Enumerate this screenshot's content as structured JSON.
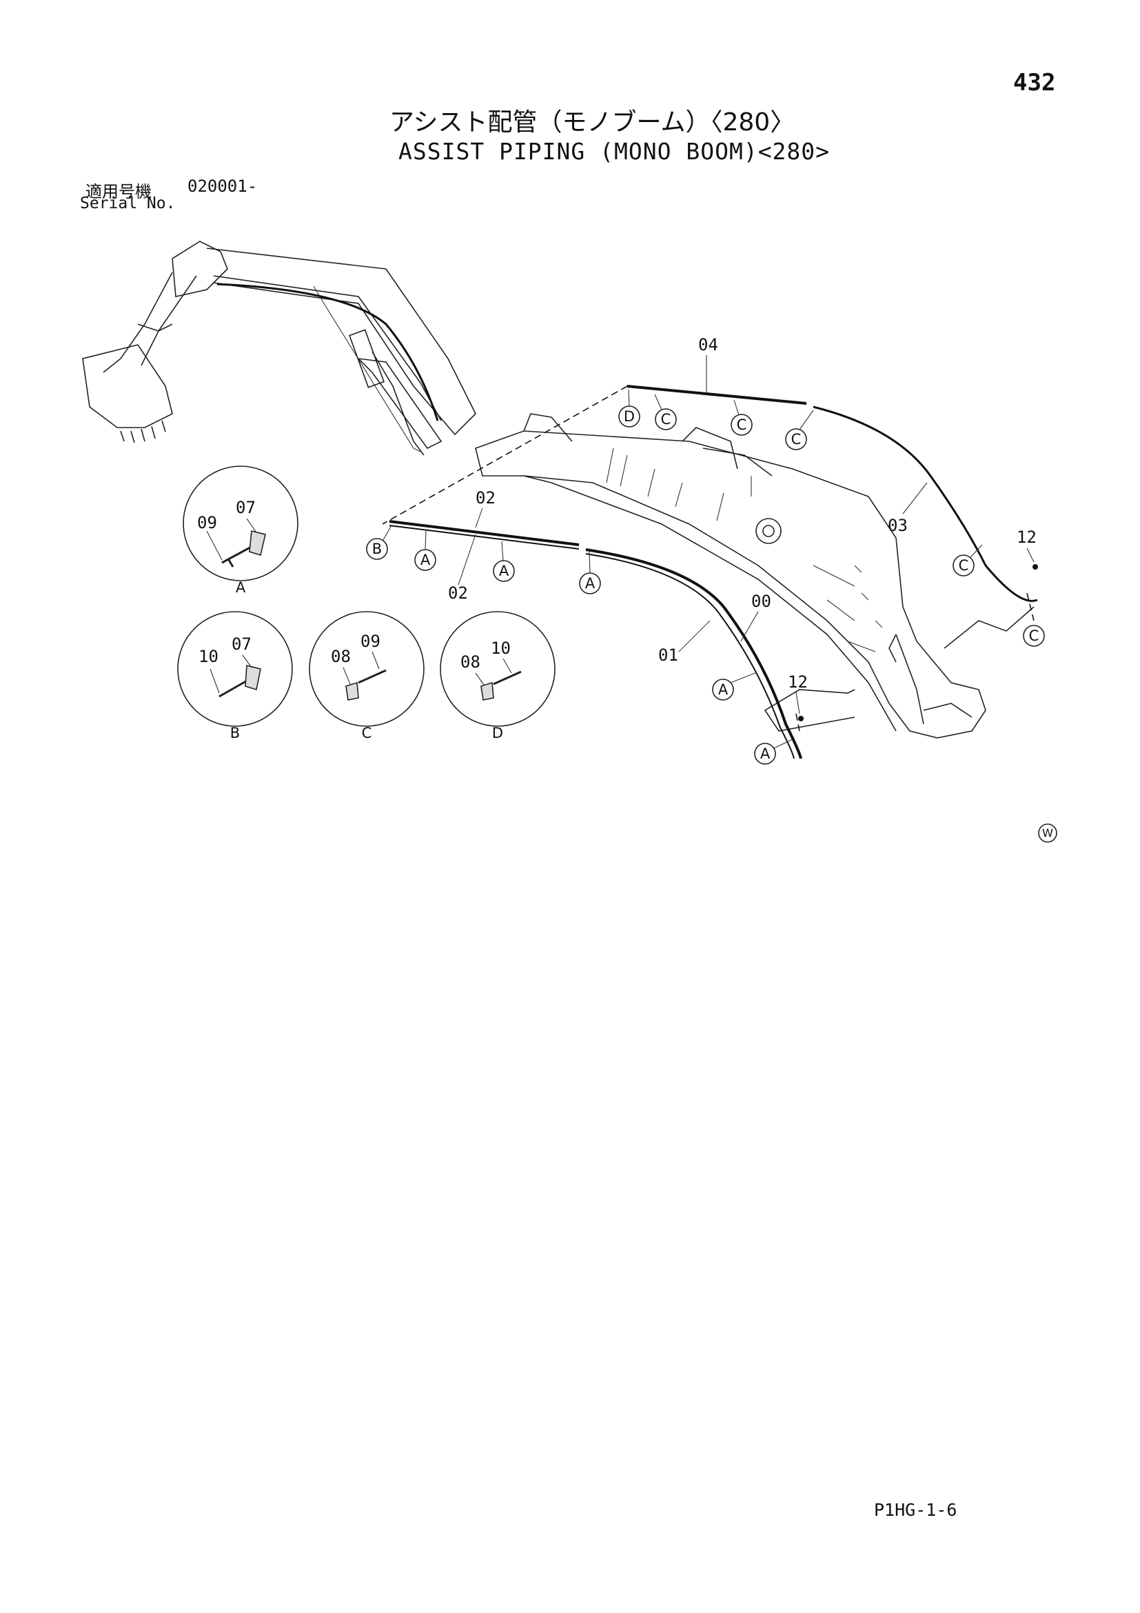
{
  "page_number": "432",
  "title_jp": "アシスト配管（モノブーム）〈280〉",
  "title_en": "ASSIST PIPING (MONO BOOM)<280>",
  "serial": {
    "label_jp": "適用号機",
    "value": "020001-",
    "label_en": "Serial No."
  },
  "part_labels": {
    "p00": "00",
    "p01": "01",
    "p02a": "02",
    "p02b": "02",
    "p03": "03",
    "p04": "04",
    "p12a": "12",
    "p12b": "12"
  },
  "callouts": {
    "A": "A",
    "B": "B",
    "C": "C",
    "D": "D"
  },
  "details": {
    "A": {
      "label": "A",
      "parts": [
        "09",
        "07"
      ]
    },
    "B": {
      "label": "B",
      "parts": [
        "10",
        "07"
      ]
    },
    "C": {
      "label": "C",
      "parts": [
        "08",
        "09"
      ]
    },
    "D": {
      "label": "D",
      "parts": [
        "08",
        "10"
      ]
    }
  },
  "watermark_symbol": "W",
  "footer_code": "P1HG-1-6",
  "icons": [
    "excavator-overview-illustration",
    "boom-illustration",
    "clamp-icon",
    "bolt-icon"
  ]
}
